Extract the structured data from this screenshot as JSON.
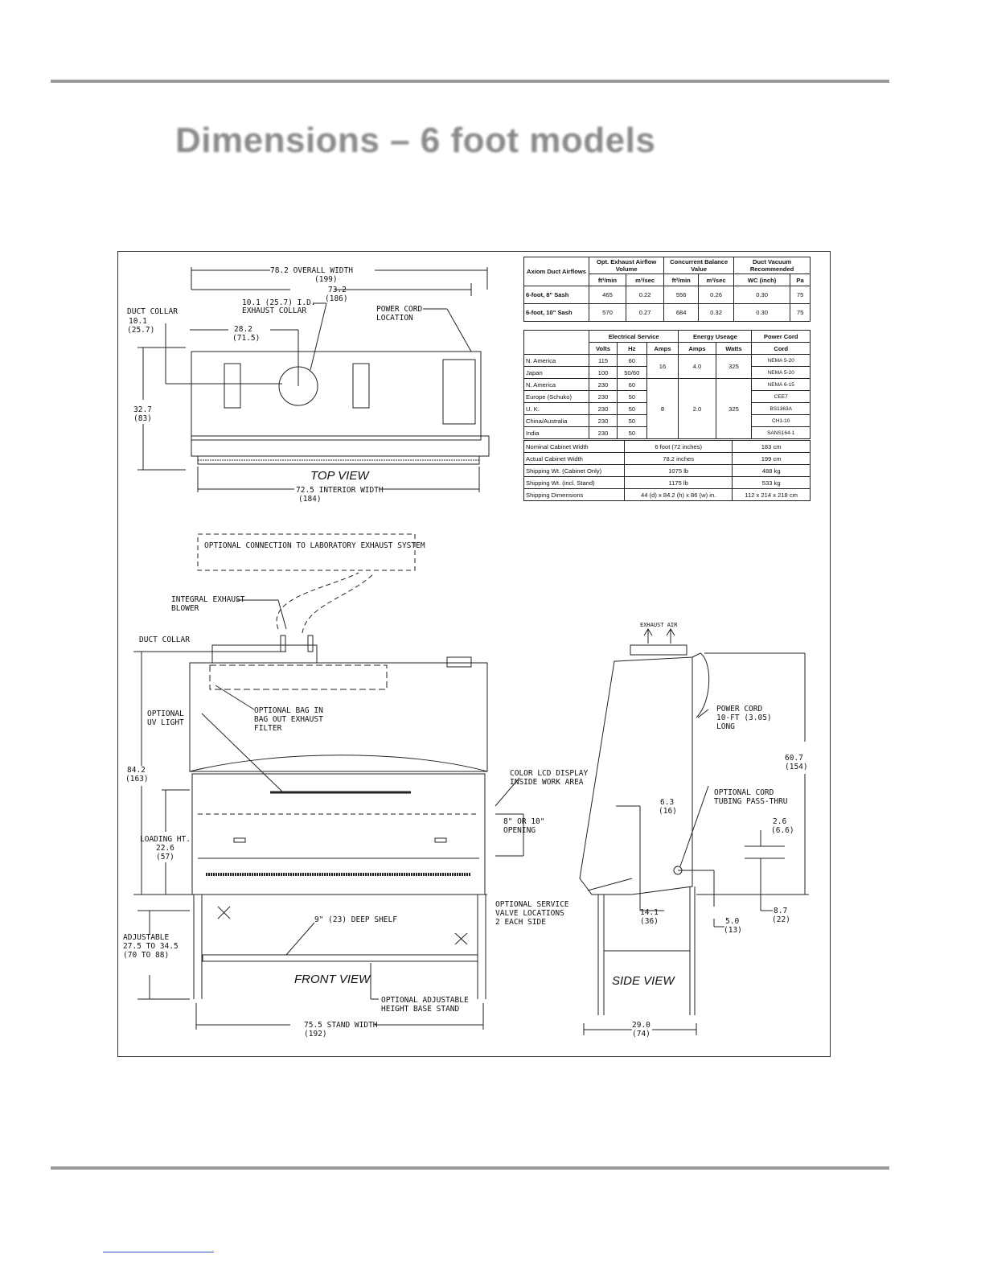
{
  "page": {
    "title": "Dimensions – 6 foot models"
  },
  "airflow": {
    "headers": [
      "Axiom Duct Airflows",
      "Opt. Exhaust Airflow Volume",
      "Concurrent Balance Value",
      "Duct Vacuum Recommended"
    ],
    "units": [
      "ft³/min",
      "m³/sec",
      "ft³/min",
      "m³/sec",
      "WC (inch)",
      "Pa"
    ],
    "rows": [
      [
        "6-foot, 8\" Sash",
        "465",
        "0.22",
        "556",
        "0.26",
        "0.30",
        "75"
      ],
      [
        "6-foot, 10\" Sash",
        "570",
        "0.27",
        "684",
        "0.32",
        "0.30",
        "75"
      ]
    ]
  },
  "electrical": {
    "headers": [
      "Electrical Service",
      "Energy Useage",
      "Power Cord"
    ],
    "units": [
      "Volts",
      "Hz",
      "Amps",
      "Amps",
      "Watts",
      "Cord"
    ],
    "rows": [
      [
        "N. America",
        "115",
        "60",
        "NEMA 5-20"
      ],
      [
        "Japan",
        "100",
        "50/60",
        "NEMA 5-20"
      ],
      [
        "N. America",
        "230",
        "60",
        "NEMA 6-15"
      ],
      [
        "Europe (Schuko)",
        "230",
        "50",
        "CEE7"
      ],
      [
        "U. K.",
        "230",
        "50",
        "BS1363A"
      ],
      [
        "China/Australia",
        "230",
        "50",
        "CH1-10"
      ],
      [
        "India",
        "230",
        "50",
        "SANS164-1"
      ]
    ],
    "group1": {
      "amps": "16",
      "energy_amps": "4.0",
      "watts": "325"
    },
    "group2": {
      "amps": "8",
      "energy_amps": "2.0",
      "watts": "325"
    }
  },
  "cabinet": {
    "rows": [
      [
        "Nominal Cabinet Width",
        "6 foot (72 inches)",
        "183 cm"
      ],
      [
        "Actual Cabinet Width",
        "78.2 inches",
        "199 cm"
      ],
      [
        "Shipping Wt. (Cabinet Only)",
        "1075 lb",
        "488 kg"
      ],
      [
        "Shipping Wt. (incl. Stand)",
        "1175 lb",
        "533 kg"
      ],
      [
        "Shipping Dimensions",
        "44 (d) x 84.2 (h) x 86 (w) in.",
        "112 x 214 x 218 cm"
      ]
    ]
  },
  "drawing": {
    "top_view": "TOP VIEW",
    "front_view": "FRONT VIEW",
    "side_view": "SIDE VIEW",
    "overall_width": "78.2 OVERALL WIDTH",
    "overall_width_mm": "(199)",
    "width_732": "73.2",
    "width_732_mm": "(186)",
    "exhaust_collar": "10.1 (25.7) I.D.",
    "exhaust_collar2": "EXHAUST COLLAR",
    "duct_collar": "DUCT COLLAR",
    "duct_collar_dim": "10.1",
    "duct_collar_mm": "(25.7)",
    "offset": "28.2",
    "offset_mm": "(71.5)",
    "power_cord_loc": "POWER CORD",
    "power_cord_loc2": "LOCATION",
    "depth": "32.7",
    "depth_mm": "(83)",
    "interior_width": "72.5 INTERIOR WIDTH",
    "interior_width_mm": "(184)",
    "opt_connection": "OPTIONAL CONNECTION TO LABORATORY EXHAUST SYSTEM",
    "blower": "INTEGRAL EXHAUST",
    "blower2": "BLOWER",
    "duct_collar_front": "DUCT COLLAR",
    "uv_light": "OPTIONAL",
    "uv_light2": "UV LIGHT",
    "bag_filter": "OPTIONAL BAG IN",
    "bag_filter2": "BAG OUT EXHAUST",
    "bag_filter3": "FILTER",
    "height": "84.2",
    "height_mm": "(163)",
    "lcd": "COLOR LCD DISPLAY",
    "lcd2": "INSIDE WORK AREA",
    "opening": "8\" OR 10\"",
    "opening2": "OPENING",
    "loading": "LOADING HT.",
    "loading_dim": "22.6",
    "loading_mm": "(57)",
    "shelf": "9\" (23) DEEP SHELF",
    "adjustable": "ADJUSTABLE",
    "adjustable2": "27.5 TO 34.5",
    "adjustable3": "(70 TO 88)",
    "base_stand": "OPTIONAL ADJUSTABLE",
    "base_stand2": "HEIGHT BASE STAND",
    "stand_width": "75.5 STAND WIDTH",
    "stand_width_mm": "(192)",
    "exhaust_air": "EXHAUST AIR",
    "power_cord_len": "POWER CORD",
    "power_cord_len2": "10-FT (3.05)",
    "power_cord_len3": "LONG",
    "side_height": "60.7",
    "side_height_mm": "(154)",
    "tubing": "OPTIONAL CORD",
    "tubing2": "TUBING PASS-THRU",
    "d63": "6.3",
    "d63_mm": "(16)",
    "d26": "2.6",
    "d26_mm": "(6.6)",
    "valve": "OPTIONAL SERVICE",
    "valve2": "VALVE LOCATIONS",
    "valve3": "2 EACH SIDE",
    "d141": "14.1",
    "d141_mm": "(36)",
    "d50": "5.0",
    "d50_mm": "(13)",
    "d87": "8.7",
    "d87_mm": "(22)",
    "side_depth": "29.0",
    "side_depth_mm": "(74)"
  }
}
